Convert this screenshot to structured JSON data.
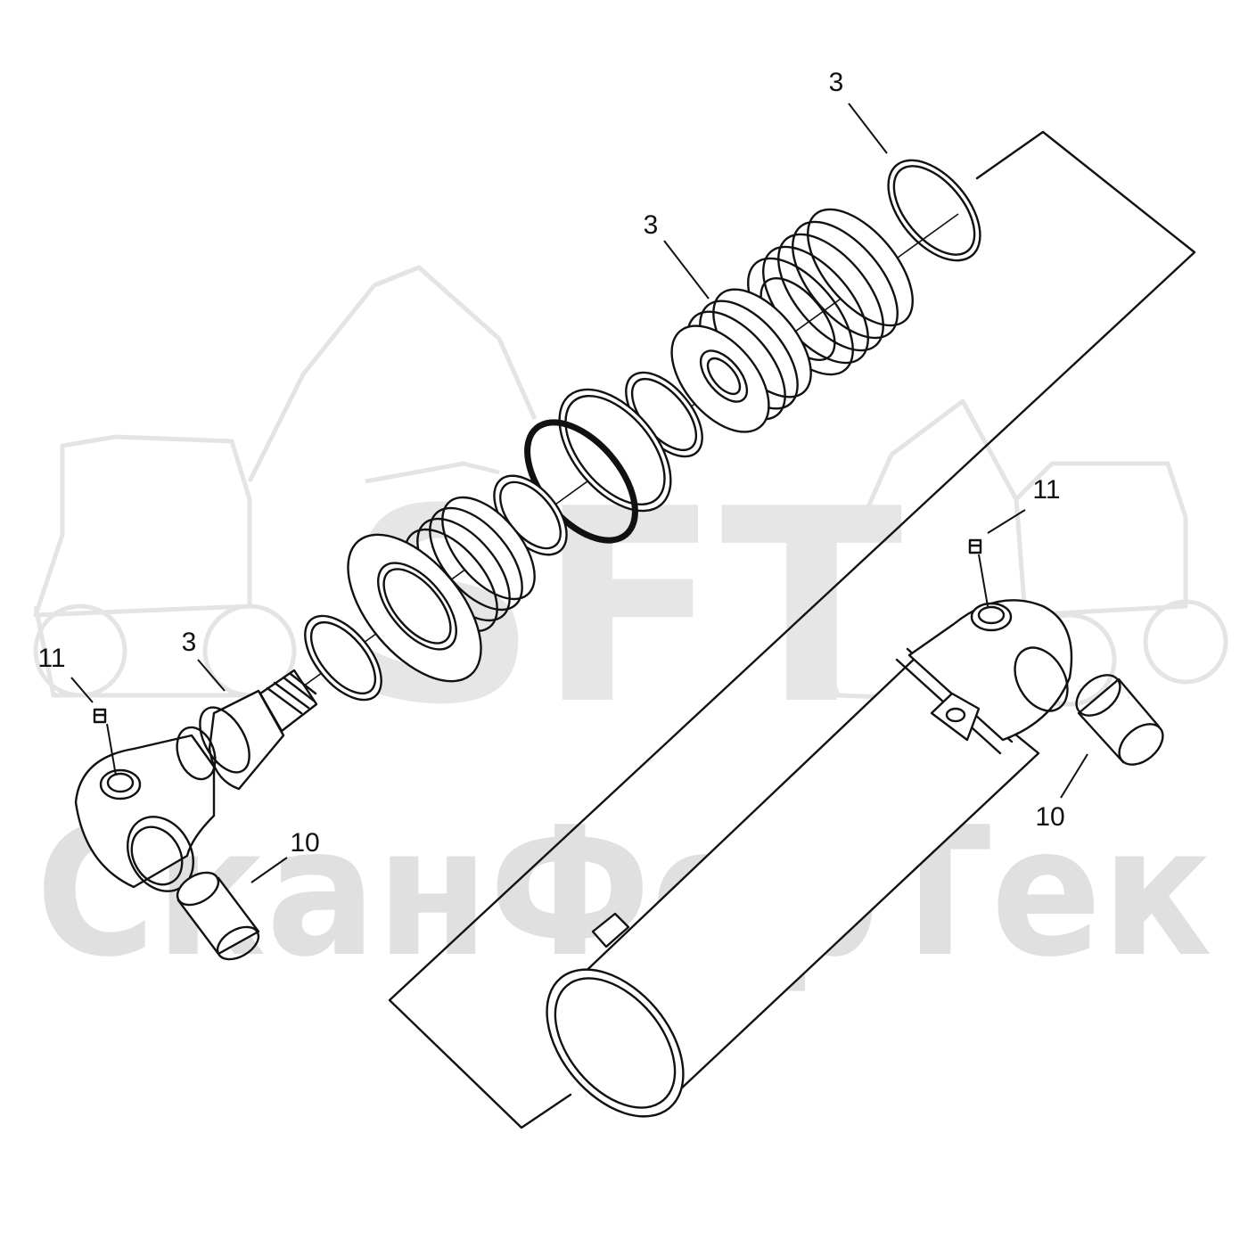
{
  "watermark": {
    "logo_text": "SFT",
    "company_text": "СканФорТек",
    "color": "#e2e2e2"
  },
  "callouts": [
    {
      "id": "seal-ring-top",
      "text": "3"
    },
    {
      "id": "piston-seal-kit",
      "text": "3"
    },
    {
      "id": "rod-seal",
      "text": "3"
    },
    {
      "id": "grease-nipple-left",
      "text": "11"
    },
    {
      "id": "bushing-left",
      "text": "10"
    },
    {
      "id": "grease-nipple-right",
      "text": "11"
    },
    {
      "id": "bushing-right",
      "text": "10"
    }
  ],
  "colors": {
    "line": "#111111",
    "background": "#ffffff"
  }
}
